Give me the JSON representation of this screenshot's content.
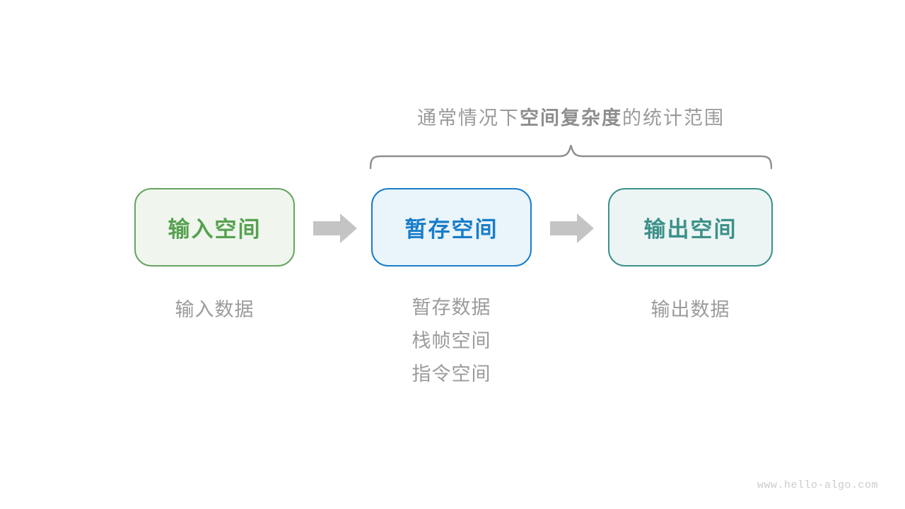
{
  "title": {
    "prefix": "通常情况下",
    "bold": "空间复杂度",
    "suffix": "的统计范围"
  },
  "brace": {
    "color": "#8f8f8f"
  },
  "boxes": [
    {
      "label": "输入空间",
      "border_color": "#67a560",
      "background_color": "#f0f6ee",
      "text_color": "#56a14f",
      "notes": [
        "输入数据"
      ]
    },
    {
      "label": "暂存空间",
      "border_color": "#187dc9",
      "background_color": "#eaf4fb",
      "text_color": "#187dc9",
      "notes": [
        "暂存数据",
        "栈帧空间",
        "指令空间"
      ]
    },
    {
      "label": "输出空间",
      "border_color": "#3b9189",
      "background_color": "#edf5f4",
      "text_color": "#3b9189",
      "notes": [
        "输出数据"
      ]
    }
  ],
  "arrow_color": "#c4c4c4",
  "label_text_color": "#9b9b9b",
  "title_text_color": "#9a9a9a",
  "watermark": "www.hello-algo.com",
  "watermark_color": "#cbcbcb"
}
